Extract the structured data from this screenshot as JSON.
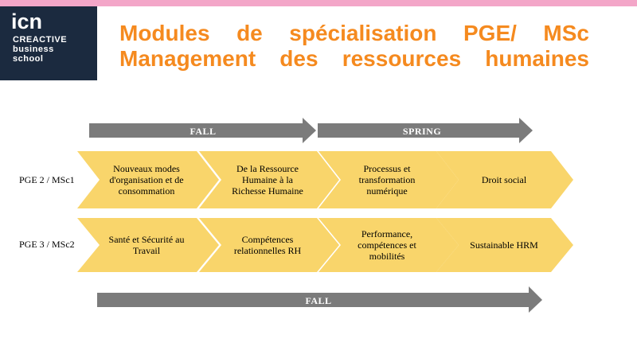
{
  "logo": {
    "icn": "icn",
    "line1": "CREACTIVE",
    "line2": "business",
    "line3": "school"
  },
  "title": {
    "line1": "Modules de spécialisation PGE/ MSc",
    "line2": "Management des ressources humaines"
  },
  "timeline": {
    "top_fall": "FALL",
    "top_spring": "SPRING",
    "bottom_fall": "FALL"
  },
  "rows": [
    {
      "label": "PGE 2 / MSc1",
      "modules": [
        "Nouveaux modes d'organisation et de consommation",
        "De la Ressource Humaine à la Richesse Humaine",
        "Processus et transformation numérique",
        "Droit social"
      ]
    },
    {
      "label": "PGE 3 / MSc2",
      "modules": [
        "Santé et Sécurité au Travail",
        "Compétences relationnelles RH",
        "Performance, compétences et mobilités",
        "Sustainable HRM"
      ]
    }
  ],
  "colors": {
    "accent": "#f58a1f",
    "chevron": "#f9d56b",
    "arrow": "#7b7b7b",
    "logo_bg": "#1b2a3f",
    "topbar": "#f3a6c8"
  }
}
